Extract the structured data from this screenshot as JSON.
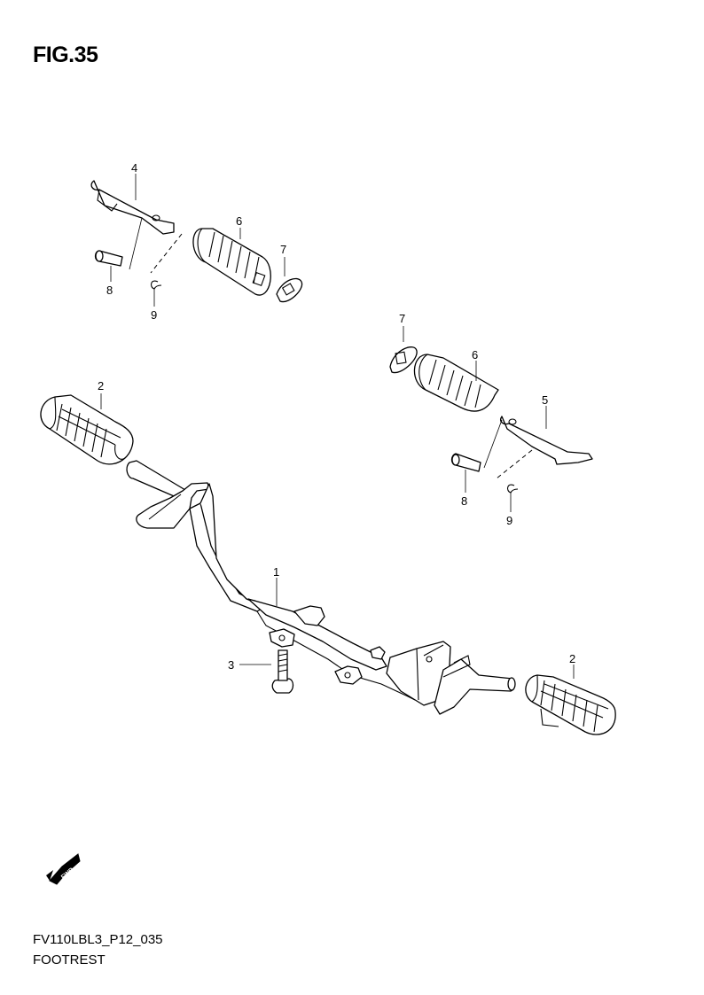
{
  "figure": {
    "title": "FIG.35",
    "code": "FV110LBL3_P12_035",
    "name": "FOOTREST"
  },
  "callouts": {
    "c1": "1",
    "c2a": "2",
    "c2b": "2",
    "c3": "3",
    "c4": "4",
    "c5": "5",
    "c6a": "6",
    "c6b": "6",
    "c7a": "7",
    "c7b": "7",
    "c8a": "8",
    "c8b": "8",
    "c9a": "9",
    "c9b": "9"
  },
  "fwd_label": "FWD"
}
